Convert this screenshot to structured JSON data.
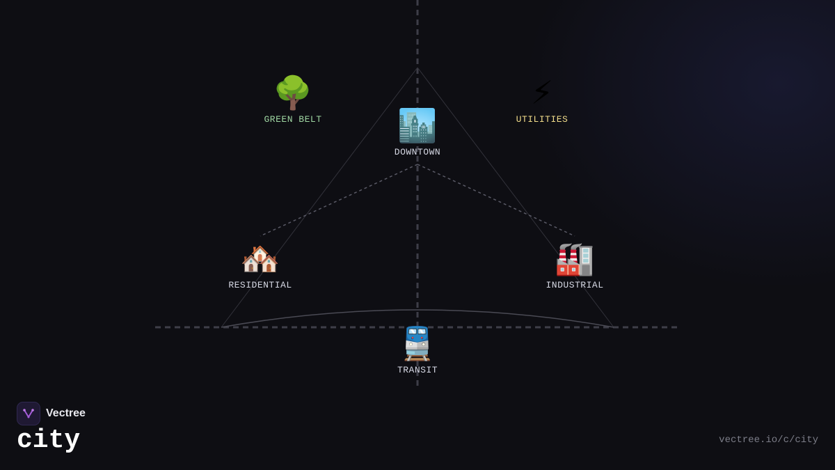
{
  "diagram": {
    "nodes": [
      {
        "id": "green-belt",
        "icon": "🌳",
        "icon_name": "tree-icon",
        "label": "GREEN BELT"
      },
      {
        "id": "utilities",
        "icon": "⚡",
        "icon_name": "lightning-icon",
        "label": "UTILITIES"
      },
      {
        "id": "downtown",
        "icon": "🏙️",
        "icon_name": "cityscape-icon",
        "label": "DOWNTOWN"
      },
      {
        "id": "residential",
        "icon": "🏘️",
        "icon_name": "houses-icon",
        "label": "RESIDENTIAL"
      },
      {
        "id": "industrial",
        "icon": "🏭",
        "icon_name": "factory-icon",
        "label": "INDUSTRIAL"
      },
      {
        "id": "transit",
        "icon": "🚆",
        "icon_name": "train-icon",
        "label": "TRANSIT"
      }
    ],
    "colors": {
      "background": "#0e0e13",
      "green_belt_label": "#9fd6a2",
      "utilities_label": "#f1dc8a",
      "label": "#d6d8e4",
      "axis": "#3e3e48"
    }
  },
  "brand": {
    "name": "Vectree",
    "logo_icon": "vectree-logo-icon",
    "accent": "#a35bd8"
  },
  "community": {
    "title": "city"
  },
  "footer": {
    "url": "vectree.io/c/city"
  }
}
